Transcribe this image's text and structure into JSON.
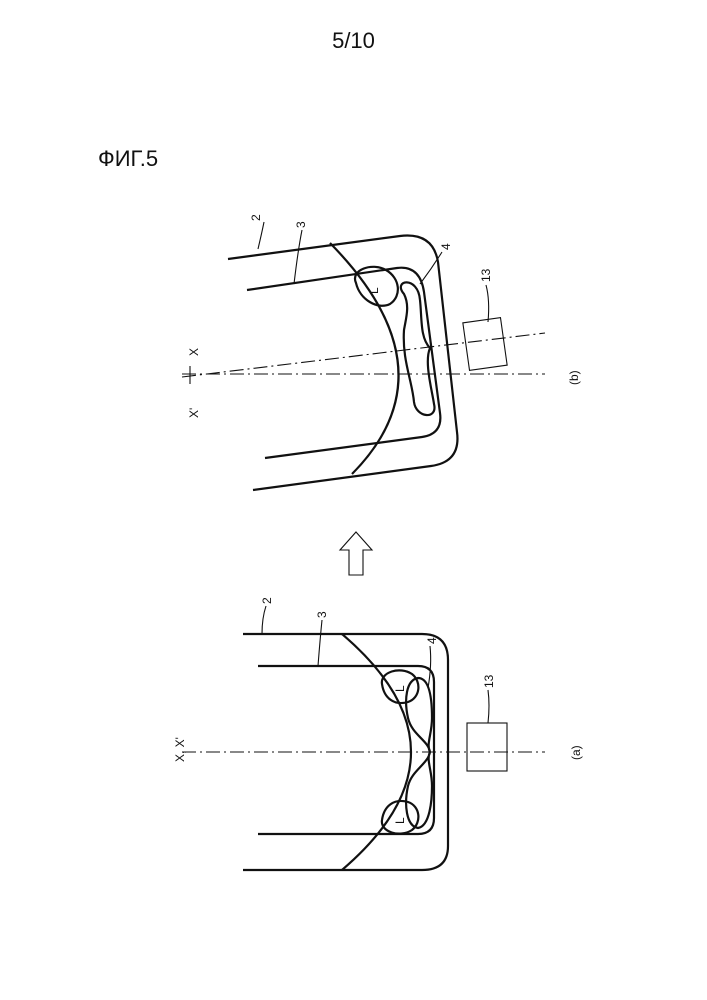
{
  "page": {
    "number": "5/10",
    "figure_title": "ФИГ.5"
  },
  "labels": {
    "ref_2": "2",
    "ref_3": "3",
    "ref_4": "4",
    "ref_13": "13",
    "lens_L": "L",
    "axis_a": "X, X'",
    "axis_b_x": "X",
    "axis_b_xprime": "X'",
    "caption_a": "(a)",
    "caption_b": "(b)"
  }
}
